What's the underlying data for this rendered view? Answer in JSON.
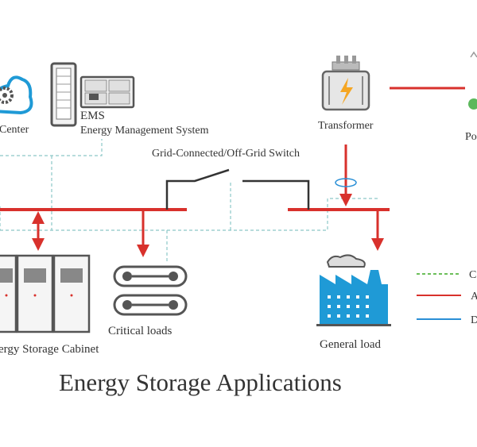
{
  "diagram": {
    "title": "Energy Storage Applications",
    "labels": {
      "center": "Center",
      "ems_short": "EMS",
      "ems_long": "Energy Management System",
      "transformer": "Transformer",
      "po": "Po",
      "switch": "Grid-Connected/Off-Grid Switch",
      "critical_loads": "Critical loads",
      "cabinet": "ergy Storage Cabinet",
      "general_load": "General load"
    },
    "legend": [
      {
        "kind": "communication",
        "color": "#6cbf5a",
        "text": "C"
      },
      {
        "kind": "ac",
        "color": "#d8312c",
        "text": "A"
      },
      {
        "kind": "dc",
        "color": "#2a8fd6",
        "text": "D"
      }
    ],
    "colors": {
      "power_line": "#d8312c",
      "comm_line": "#8cc7c7",
      "switch_line": "#333333",
      "icon_blue": "#1f9ad6",
      "icon_gray": "#555555"
    },
    "icons": [
      "cloud-gear-icon",
      "server-rack-icon",
      "monitor-icon",
      "transformer-icon",
      "grid-node-icon",
      "cabinet-icon",
      "critical-load-icon",
      "factory-icon",
      "current-sensor-icon"
    ]
  }
}
